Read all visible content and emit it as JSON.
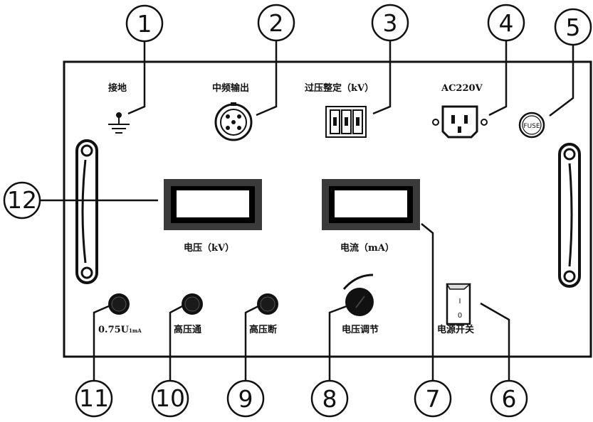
{
  "labels": {
    "ground": "接地",
    "mid_freq_output": "中频输出",
    "overvoltage_setting": "过压整定（kV）",
    "ac_input": "AC220V",
    "fuse": "FUSE",
    "voltage_meter": "电压（kV）",
    "current_meter": "电流（mA）",
    "u075_main": "0.75U",
    "u075_sub": "1mA",
    "hv_on": "高压通",
    "hv_off": "高压断",
    "voltage_adjust": "电压调节",
    "power_switch": "电源开关",
    "switch_on": "I",
    "switch_off": "0"
  },
  "callouts": [
    "1",
    "2",
    "3",
    "4",
    "5",
    "6",
    "7",
    "8",
    "9",
    "10",
    "11",
    "12"
  ]
}
